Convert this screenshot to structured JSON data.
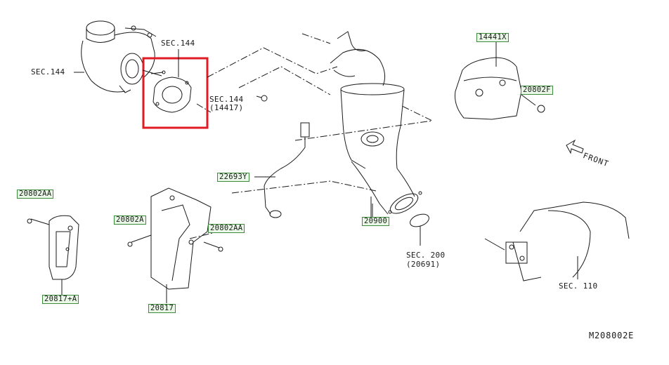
{
  "labels": {
    "sec144_top": "SEC.144",
    "sec144_left": "SEC.144",
    "sec144_mid": "SEC.144",
    "sec144_mid_sub": "(14417)",
    "p14441x": "14441X",
    "p20802f": "20802F",
    "front": "FRONT",
    "p22693y": "22693Y",
    "p20900": "20900",
    "sec200": "SEC. 200",
    "sec200_sub": "(20691)",
    "p20802aa_left": "20802AA",
    "p20802a": "20802A",
    "p20802aa_mid": "20802AA",
    "p20817a": "20817+A",
    "p20817": "20817",
    "sec110": "SEC. 110",
    "diagram_code": "M208002E"
  },
  "colors": {
    "line": "#1a1a1a",
    "highlight": "#e01b24",
    "label_bg": "#e9f7e6",
    "label_border": "#3d8a3d"
  }
}
